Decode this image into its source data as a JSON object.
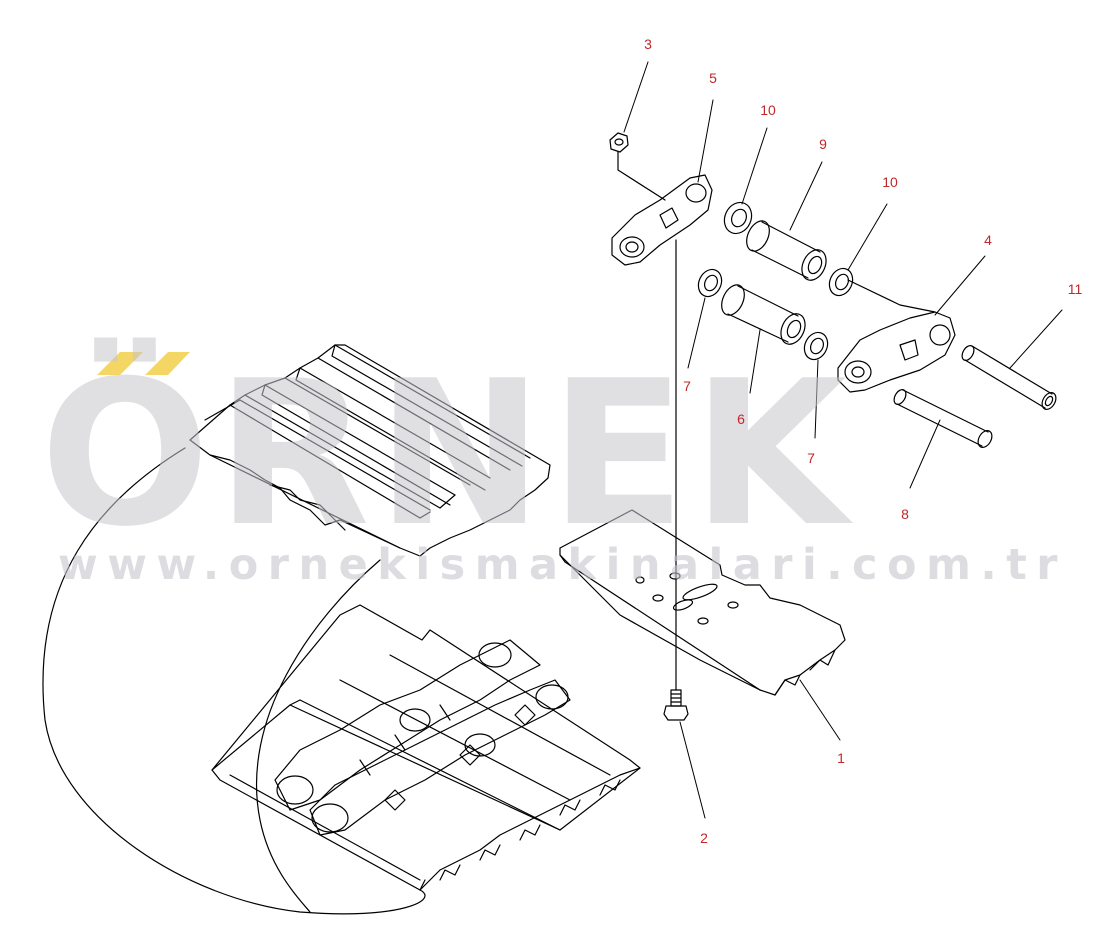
{
  "watermark": {
    "brand": "ÖRNEK",
    "url": "www.ornekismakinalari.com.tr",
    "accent_color": "#f2cf4a"
  },
  "colors": {
    "callout": "#c0282a",
    "line": "#000000"
  },
  "callouts": [
    {
      "id": "c3",
      "label": "3"
    },
    {
      "id": "c5",
      "label": "5"
    },
    {
      "id": "c10a",
      "label": "10"
    },
    {
      "id": "c9",
      "label": "9"
    },
    {
      "id": "c10b",
      "label": "10"
    },
    {
      "id": "c4",
      "label": "4"
    },
    {
      "id": "c11",
      "label": "11"
    },
    {
      "id": "c7a",
      "label": "7"
    },
    {
      "id": "c6",
      "label": "6"
    },
    {
      "id": "c7b",
      "label": "7"
    },
    {
      "id": "c8",
      "label": "8"
    },
    {
      "id": "c1",
      "label": "1"
    },
    {
      "id": "c2",
      "label": "2"
    }
  ]
}
